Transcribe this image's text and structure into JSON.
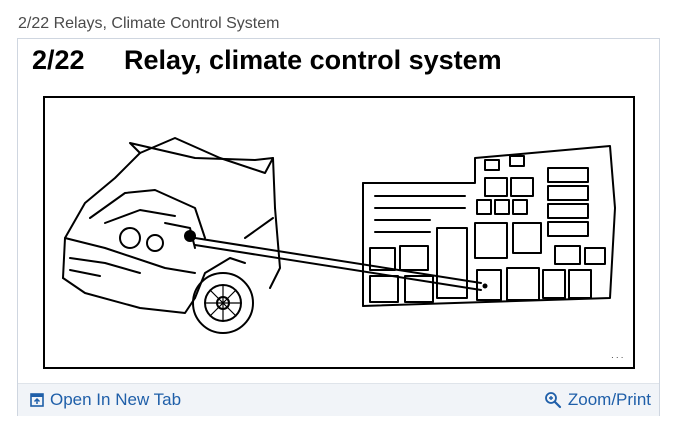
{
  "caption": "2/22 Relays, Climate Control System",
  "header": {
    "number": "2/22",
    "title": "Relay, climate control system"
  },
  "footer": {
    "open_label": "Open In New Tab",
    "zoom_label": "Zoom/Print"
  },
  "icons": {
    "open": "open-in-new-tab-icon",
    "zoom": "zoom-magnifier-icon"
  },
  "colors": {
    "link": "#1f5fa9",
    "footer_bg": "#f1f4f8",
    "border": "#cfd6e0"
  }
}
